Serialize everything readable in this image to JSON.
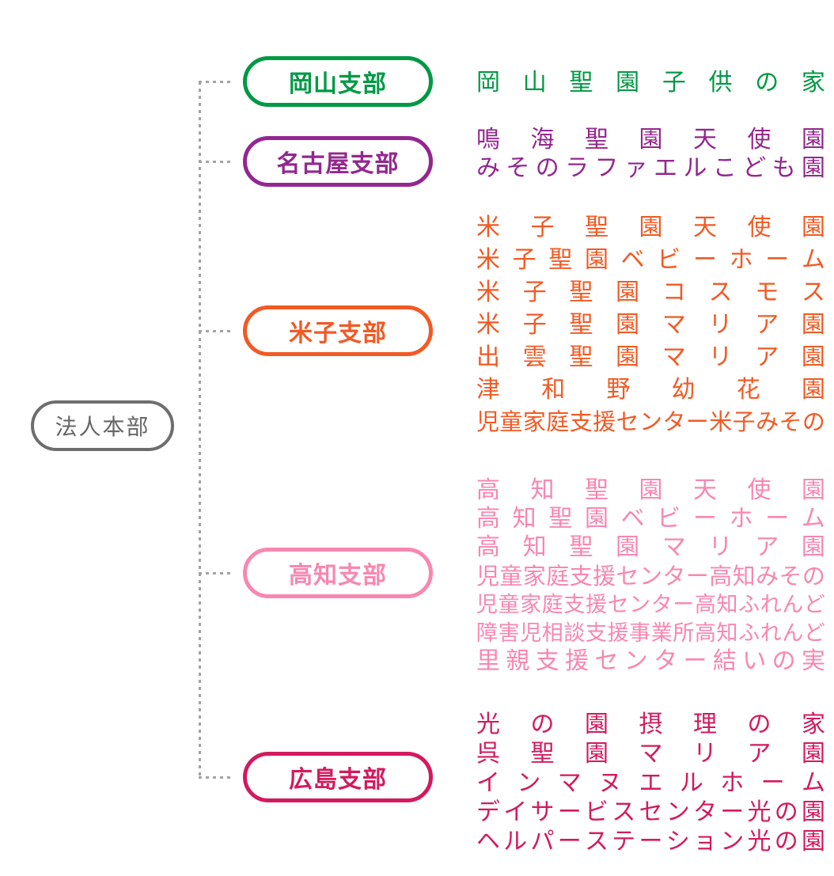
{
  "connector_color": "#a3a3a3",
  "root": {
    "label": "法人本部",
    "color": "#6e6e6e",
    "text_color": "#666666"
  },
  "branches": [
    {
      "label": "岡山支部",
      "color": "#009944",
      "facilities": [
        "岡山聖園子供の家"
      ]
    },
    {
      "label": "名古屋支部",
      "color": "#93278f",
      "facilities": [
        "鳴海聖園天使園",
        "みそのラファエルこども園"
      ]
    },
    {
      "label": "米子支部",
      "color": "#f15a24",
      "facilities": [
        "米子聖園天使園",
        "米子聖園ベビーホーム",
        "米子聖園コスモス",
        "米子聖園マリア園",
        "出雲聖園マリア園",
        "津和野幼花園",
        "児童家庭支援センター米子みその"
      ]
    },
    {
      "label": "高知支部",
      "color": "#f887b0",
      "facilities": [
        "高知聖園天使園",
        "高知聖園ベビーホーム",
        "高知聖園マリア園",
        "児童家庭支援センター高知みその",
        "児童家庭支援センター高知ふれんど",
        "障害児相談支援事業所高知ふれんど",
        "里親支援センター結いの実"
      ]
    },
    {
      "label": "広島支部",
      "color": "#d31a5e",
      "facilities": [
        "光の園摂理の家",
        "呉聖園マリア園",
        "インマヌエルホーム",
        "デイサービスセンター光の園",
        "ヘルパーステーション光の園"
      ]
    }
  ]
}
